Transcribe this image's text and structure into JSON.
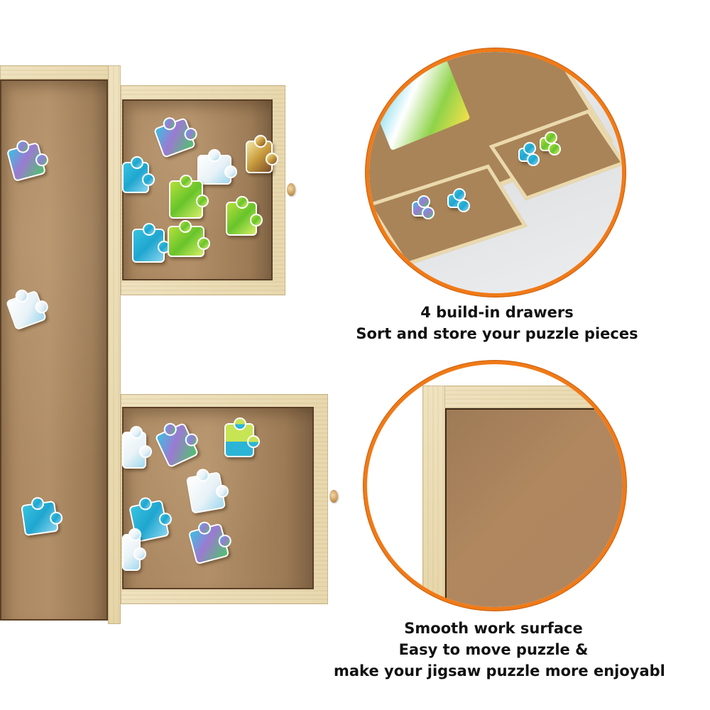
{
  "product": {
    "subject": "jigsaw puzzle board with drawers",
    "main_board": {
      "drawers_visible": 2,
      "pieces_on_board": 4
    }
  },
  "features": [
    {
      "id": "drawers",
      "lines": [
        "4 build-in drawers",
        "Sort and store your puzzle pieces"
      ],
      "image": "angled-view-board-with-open-drawers"
    },
    {
      "id": "surface",
      "lines": [
        "Smooth work surface",
        "Easy to move puzzle &",
        "make your jigsaw puzzle more enjoyabl"
      ],
      "image": "close-up-corner-cork-surface"
    }
  ],
  "colors": {
    "ring": "#f07a17",
    "cork": "#a9865f",
    "wood": "#ecdcb3",
    "text": "#111111",
    "background": "#ffffff"
  }
}
